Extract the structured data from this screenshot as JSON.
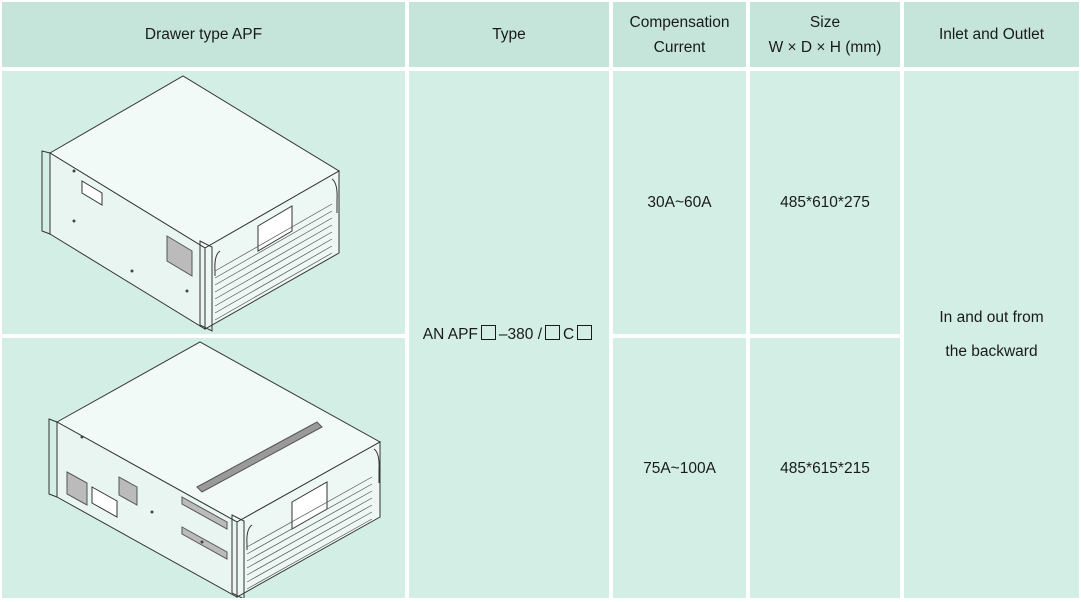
{
  "headers": {
    "drawer": "Drawer type APF",
    "type": "Type",
    "current_line1": "Compensation",
    "current_line2": "Current",
    "size_line1": "Size",
    "size_line2": "W × D × H (mm)",
    "inlet": "Inlet and Outlet"
  },
  "type_value": {
    "prefix": "AN APF",
    "mid": "–380 /",
    "suffix": "C"
  },
  "rows": [
    {
      "current": "30A~60A",
      "size": "485*610*275",
      "image": "apf-drawer-unit-drawing"
    },
    {
      "current": "75A~100A",
      "size": "485*615*215",
      "image": "apf-drawer-unit-drawing"
    }
  ],
  "inlet_value": {
    "line1": "In and out from",
    "line2": "the backward"
  }
}
